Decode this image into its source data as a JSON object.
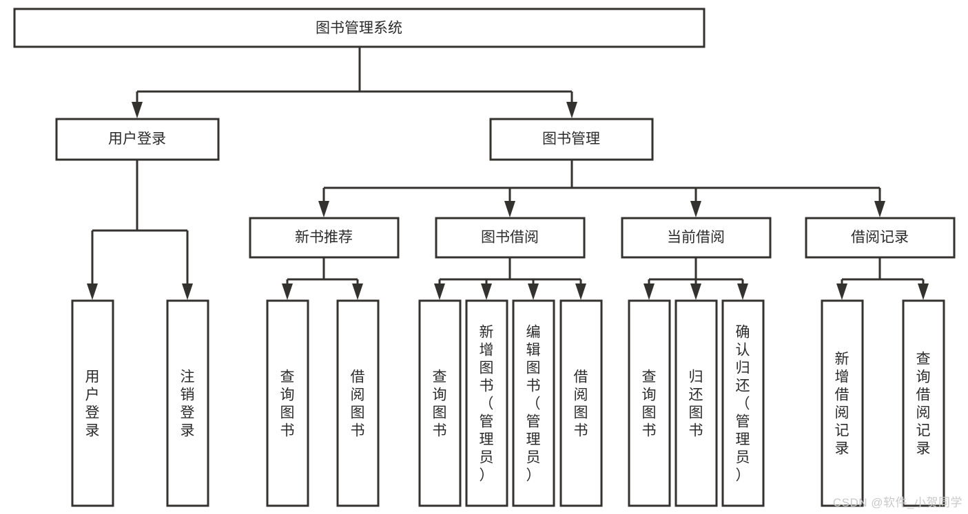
{
  "diagram": {
    "type": "tree-hierarchy-flowchart",
    "root": {
      "id": "root",
      "label": "图书管理系统"
    },
    "level2": [
      {
        "id": "user-login",
        "label": "用户登录"
      },
      {
        "id": "book-management",
        "label": "图书管理"
      }
    ],
    "level3": [
      {
        "id": "new-book-recommend",
        "label": "新书推荐",
        "parent": "book-management"
      },
      {
        "id": "book-borrow",
        "label": "图书借阅",
        "parent": "book-management"
      },
      {
        "id": "current-borrow",
        "label": "当前借阅",
        "parent": "book-management"
      },
      {
        "id": "borrow-record",
        "label": "借阅记录",
        "parent": "book-management"
      }
    ],
    "leaves": [
      {
        "id": "leaf-user-login",
        "label": "用户登录",
        "parent": "user-login"
      },
      {
        "id": "leaf-logout-login",
        "label": "注销登录",
        "parent": "user-login"
      },
      {
        "id": "leaf-query-book-1",
        "label": "查询图书",
        "parent": "new-book-recommend"
      },
      {
        "id": "leaf-borrow-book-1",
        "label": "借阅图书",
        "parent": "new-book-recommend"
      },
      {
        "id": "leaf-query-book-2",
        "label": "查询图书",
        "parent": "book-borrow"
      },
      {
        "id": "leaf-add-book",
        "label": "新增图书（管理员）",
        "parent": "book-borrow"
      },
      {
        "id": "leaf-edit-book",
        "label": "编辑图书（管理员）",
        "parent": "book-borrow"
      },
      {
        "id": "leaf-borrow-book-2",
        "label": "借阅图书",
        "parent": "book-borrow"
      },
      {
        "id": "leaf-query-book-3",
        "label": "查询图书",
        "parent": "current-borrow"
      },
      {
        "id": "leaf-return-book",
        "label": "归还图书",
        "parent": "current-borrow"
      },
      {
        "id": "leaf-confirm-return",
        "label": "确认归还（管理员）",
        "parent": "current-borrow"
      },
      {
        "id": "leaf-add-borrow-record",
        "label": "新增借阅记录",
        "parent": "borrow-record"
      },
      {
        "id": "leaf-query-borrow-record",
        "label": "查询借阅记录",
        "parent": "borrow-record"
      }
    ],
    "colors": {
      "box_stroke": "#33322f",
      "box_fill": "#ffffff",
      "text": "#2b2b2b",
      "background": "#ffffff",
      "watermark": "#c9c9c9"
    }
  },
  "watermark": {
    "text": "CSDN @软件_小贺同学"
  }
}
